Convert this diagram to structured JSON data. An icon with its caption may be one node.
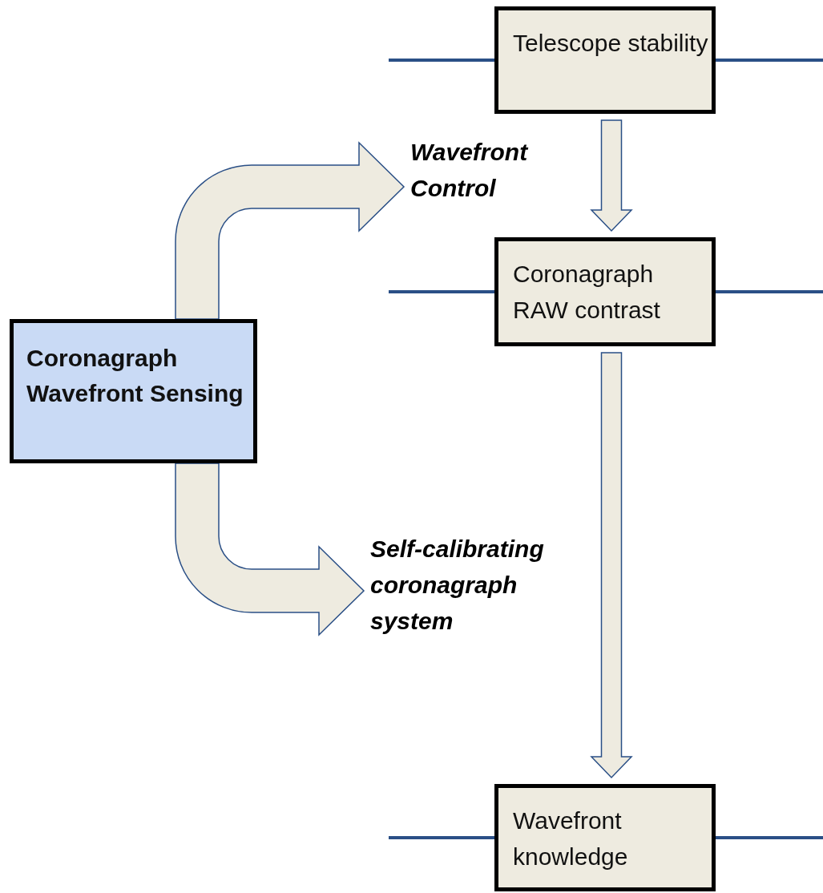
{
  "diagram": {
    "nodes": [
      {
        "text": [
          "Telescope stability"
        ]
      },
      {
        "text": [
          "Coronagraph RAW contrast"
        ]
      },
      {
        "text": [
          "Wavefront knowledge"
        ]
      },
      {
        "text": [
          "Coronagraph Wavefront Sensing"
        ]
      },
      {
        "text": [
          "Wavefront Control"
        ]
      },
      {
        "text": [
          "Self-calibrating coronagraph system"
        ]
      }
    ],
    "edges": [
      {
        "from": 0,
        "to": 1,
        "arrow": "to"
      },
      {
        "from": 1,
        "to": 2,
        "arrow": "to"
      },
      {
        "from": 3,
        "to": 4,
        "arrow": "to"
      },
      {
        "from": 3,
        "to": 5,
        "arrow": "to"
      },
      {
        "from": null,
        "to": 0,
        "arrow": "none"
      },
      {
        "from": 0,
        "to": null,
        "arrow": "none"
      },
      {
        "from": null,
        "to": 1,
        "arrow": "none"
      },
      {
        "from": 1,
        "to": null,
        "arrow": "none"
      },
      {
        "from": null,
        "to": 2,
        "arrow": "none"
      },
      {
        "from": 2,
        "to": null,
        "arrow": "none"
      }
    ]
  }
}
